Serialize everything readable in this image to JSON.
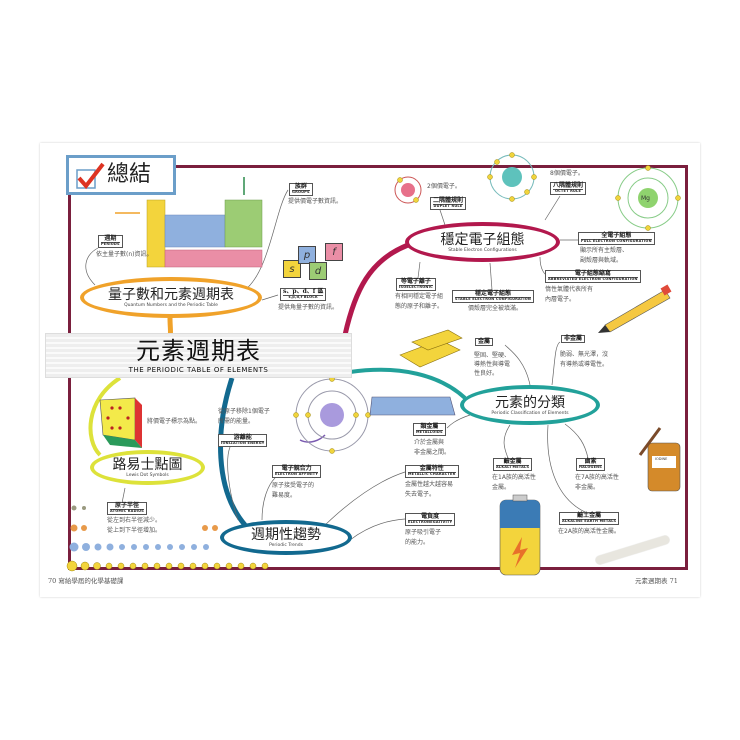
{
  "header": {
    "summary_title": "總結"
  },
  "banner": {
    "title": "元素週期表",
    "subtitle": "THE PERIODIC TABLE OF ELEMENTS"
  },
  "colors": {
    "frame": "#7a1f3d",
    "quantum": "#f0a22a",
    "stable": "#b2184d",
    "classification": "#22a19a",
    "trends": "#12698f",
    "lewis": "#dde23a"
  },
  "quantum": {
    "title": "量子數和元素週期表",
    "subtitle": "Quantum Numbers and the Periodic Table",
    "periods": {
      "zh": "週期",
      "en": "PERIODS",
      "desc": "依主量子數(n)資訊。"
    },
    "groups": {
      "zh": "族群",
      "en": "GROUPS",
      "desc": "提供價電子數資訊。"
    },
    "blocks": {
      "zh": "s、p、d、f 區",
      "en": "s,p,d,f BLOCK",
      "desc": "提供角量子數的資訊。",
      "cards": [
        "s",
        "p",
        "d",
        "f"
      ]
    }
  },
  "stable": {
    "title": "穩定電子組態",
    "subtitle": "Stable Electron Configurations",
    "duplet": {
      "note": "2個價電子。",
      "zh": "二隅體規則",
      "en": "DUPLET RULE"
    },
    "octet": {
      "note": "8個價電子。",
      "zh": "八隅體規則",
      "en": "OCTET RULE"
    },
    "full": {
      "zh": "全電子組態",
      "en": "FULL ELECTRON CONFIGURATION",
      "desc1": "顯示所有主殼層、",
      "desc2": "副殼層與軌域。"
    },
    "abbrev": {
      "zh": "電子組態縮寫",
      "en": "ABBREVIATED ELECTRON CONFIGURATION",
      "desc1": "惰性氣體代表所有",
      "desc2": "內層電子。"
    },
    "iso": {
      "zh": "等電子離子",
      "en": "ISOELECTRONIC",
      "desc1": "有相同穩定電子組",
      "desc2": "態的原子和離子。"
    },
    "config": {
      "zh": "穩定電子組態",
      "en": "STABLE ELECTRON CONFIGURATION",
      "desc": "價殼層完全被填滿。"
    },
    "atom_symbol": "Mg"
  },
  "classification": {
    "title": "元素的分類",
    "subtitle": "Periodic Classification of Elements",
    "metals": {
      "zh": "金屬",
      "desc1": "堅固、堅硬、",
      "desc2": "導熱性與導電",
      "desc3": "性良好。"
    },
    "nonmetals": {
      "zh": "非金屬",
      "desc1": "脆弱、無光澤，沒",
      "desc2": "有導熱或導電性。"
    },
    "metalloids": {
      "zh": "類金屬",
      "en": "METALLOIDS",
      "desc1": "介於金屬與",
      "desc2": "非金屬之間。"
    },
    "alkali": {
      "zh": "鹼金屬",
      "en": "ALKALI METALS",
      "desc1": "在1A族的高活性",
      "desc2": "金屬。"
    },
    "halogens": {
      "zh": "鹵素",
      "en": "HALOGENS",
      "desc1": "在7A族的高活性",
      "desc2": "非金屬。"
    },
    "alkaline_earth": {
      "zh": "鹼土金屬",
      "en": "ALKALINE EARTH METALS",
      "desc": "在2A族的高活性金屬。"
    },
    "iodine_label": "IODINE"
  },
  "trends": {
    "title": "週期性趨勢",
    "subtitle": "Periodic Trends",
    "ionization": {
      "zh": "游離能",
      "en": "IONIZATION ENERGY",
      "desc1": "從原子移除1個電子",
      "desc2": "所需的能量。"
    },
    "affinity": {
      "zh": "電子親合力",
      "en": "ELECTRON AFFINITY",
      "desc1": "原子接受電子的",
      "desc2": "難易度。"
    },
    "metallic": {
      "zh": "金屬特性",
      "en": "METALLIC CHARACTER",
      "desc1": "金屬性越大越容易",
      "desc2": "失去電子。"
    },
    "electroneg": {
      "zh": "電負度",
      "en": "ELECTRONEGATIVITY",
      "desc1": "原子吸引電子",
      "desc2": "的能力。"
    },
    "radius": {
      "zh": "原子半徑",
      "en": "ATOMIC RADIUS",
      "desc1": "從左到右半徑減少。",
      "desc2": "從上到下半徑增加。"
    }
  },
  "lewis": {
    "title": "路易士點圖",
    "subtitle": "Lewis Dot Symbols",
    "desc": "將價電子標示為點。"
  },
  "footer": {
    "left": "70 寫給學屆的化學基礎課",
    "right": "元素週期表 71"
  }
}
